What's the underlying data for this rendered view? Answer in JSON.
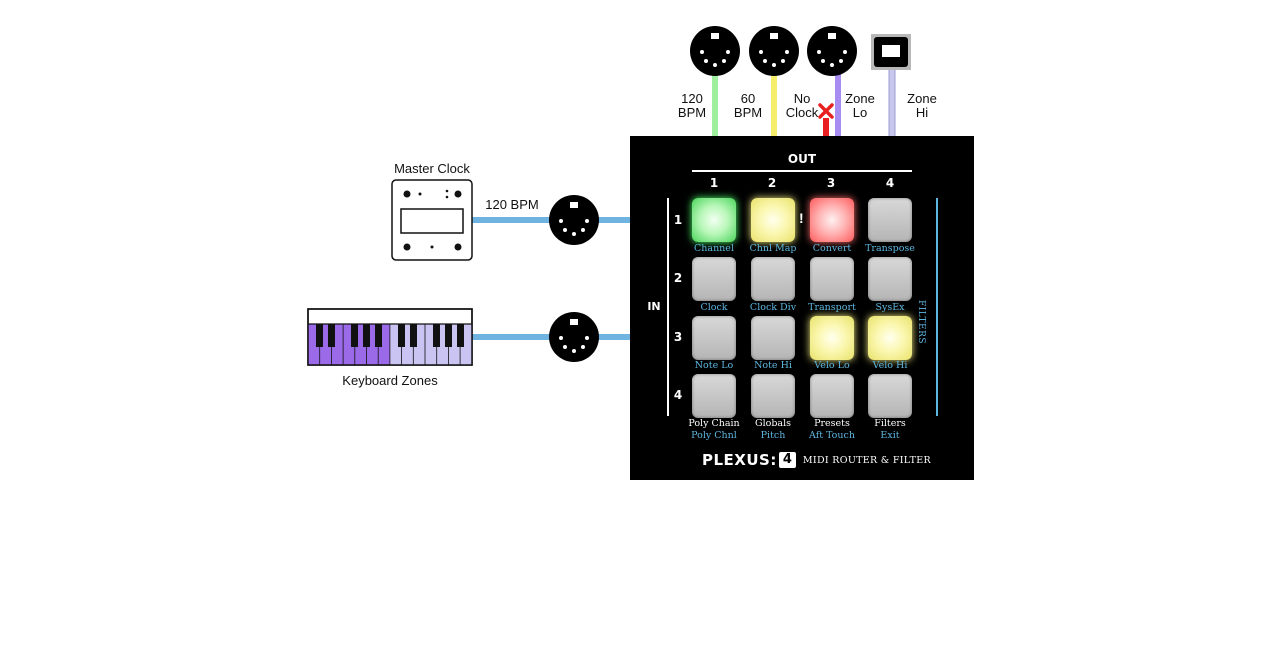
{
  "device": {
    "out_header": "OUT",
    "in_header": "IN",
    "filters_label": "FILTERS",
    "out_numbers": [
      "1",
      "2",
      "3",
      "4"
    ],
    "in_numbers": [
      "1",
      "2",
      "3",
      "4"
    ],
    "logo_text": "PLEXUS:",
    "logo_digit": "4",
    "logo_sub": "MIDI ROUTER & FILTER",
    "warning_mark": "!",
    "pads": [
      {
        "label": "Channel",
        "state": "green"
      },
      {
        "label": "Chnl Map",
        "state": "yellow"
      },
      {
        "label": "Convert",
        "state": "red"
      },
      {
        "label": "Transpose",
        "state": "off"
      },
      {
        "label": "Clock",
        "state": "off"
      },
      {
        "label": "Clock Div",
        "state": "off"
      },
      {
        "label": "Transport",
        "state": "off"
      },
      {
        "label": "SysEx",
        "state": "off"
      },
      {
        "label": "Note Lo",
        "state": "off"
      },
      {
        "label": "Note Hi",
        "state": "off"
      },
      {
        "label": "Velo Lo",
        "state": "yellow"
      },
      {
        "label": "Velo Hi",
        "state": "yellow"
      },
      {
        "label": "Poly Chain",
        "sublabel": "Poly Chnl",
        "state": "off"
      },
      {
        "label": "Globals",
        "sublabel": "Pitch",
        "state": "off"
      },
      {
        "label": "Presets",
        "sublabel": "Aft Touch",
        "state": "off"
      },
      {
        "label": "Filters",
        "sublabel": "Exit",
        "state": "off"
      }
    ]
  },
  "outputs": [
    {
      "line1": "120",
      "line2": "BPM",
      "cable_color": "#9ef09e"
    },
    {
      "line1": "60",
      "line2": "BPM",
      "cable_color": "#f4ee6a"
    },
    {
      "line1": "No",
      "line2": "Clock",
      "cable_color": "#e82020"
    },
    {
      "line1": "Zone",
      "line2": "Lo",
      "cable_color": "#a98cf2"
    },
    {
      "line1": "Zone",
      "line2": "Hi",
      "cable_color": "#c8c8ee"
    }
  ],
  "inputs": {
    "master_clock_label": "Master Clock",
    "clock_cable_label": "120 BPM",
    "keyboard_label": "Keyboard Zones",
    "cable_color": "#6fb3e0"
  },
  "colors": {
    "keyboard_zone_lo": "#9b6ae8",
    "keyboard_zone_hi": "#c9c4f2"
  }
}
